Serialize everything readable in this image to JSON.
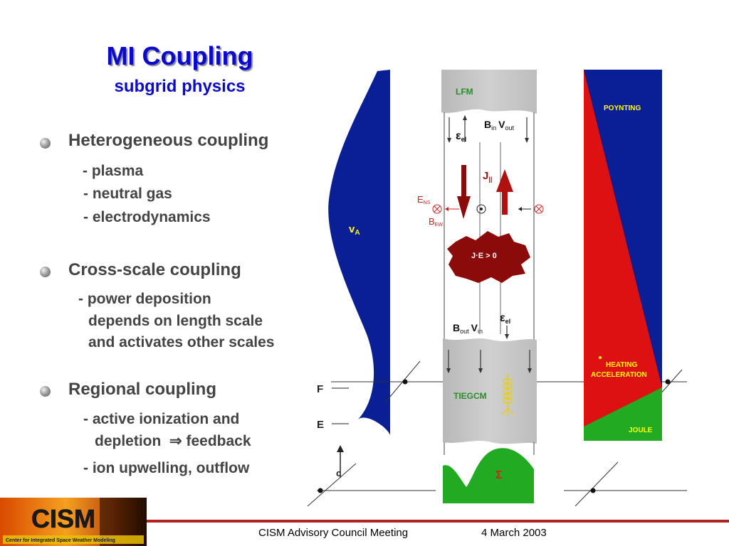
{
  "title": "MI Coupling",
  "subtitle": "subgrid physics",
  "bullets": [
    {
      "heading": "Heterogeneous coupling",
      "items": [
        "- plasma",
        "- neutral gas",
        "- electrodynamics"
      ]
    },
    {
      "heading": "Cross-scale coupling",
      "items": [
        "- power deposition",
        "depends on length scale",
        "and activates other scales"
      ]
    },
    {
      "heading": "Regional coupling",
      "items": [
        "- active ionization and",
        "depletion",
        "feedback",
        "- ion upwelling, outflow"
      ]
    }
  ],
  "diagram": {
    "va_label": "v",
    "va_sub": "A",
    "lfm": "LFM",
    "tiegcm": "TIEGCM",
    "eps": "ε",
    "eps_sub": "el",
    "b_in_v_out": {
      "b": "B",
      "b_sub": "in",
      "v": "V",
      "v_sub": "out"
    },
    "b_out_v_in": {
      "b": "B",
      "b_sub": "out",
      "v": "V",
      "v_sub": "in"
    },
    "j_par": {
      "j": "J",
      "sub": "||"
    },
    "e_ns": {
      "e": "E",
      "sub": "NS"
    },
    "b_ew": {
      "b": "B",
      "sub": "EW"
    },
    "je": "J·E > 0",
    "f_label": "F",
    "e_label": "E",
    "c_label": "c",
    "sigma": "Σ",
    "poynting": "POYNTING",
    "heating": "HEATING",
    "acceleration": "ACCELERATION",
    "joule": "JOULE",
    "implies": "⇒"
  },
  "logo": {
    "name": "CISM",
    "tagline": "Center for Integrated Space Weather Modeling"
  },
  "footer": {
    "meeting": "CISM Advisory Council Meeting",
    "date": "4 March 2003"
  },
  "colors": {
    "title": "#0a0acc",
    "navy": "#0a1e96",
    "maroon": "#8b0a0a",
    "green": "#22aa22",
    "red": "#cc1111"
  }
}
